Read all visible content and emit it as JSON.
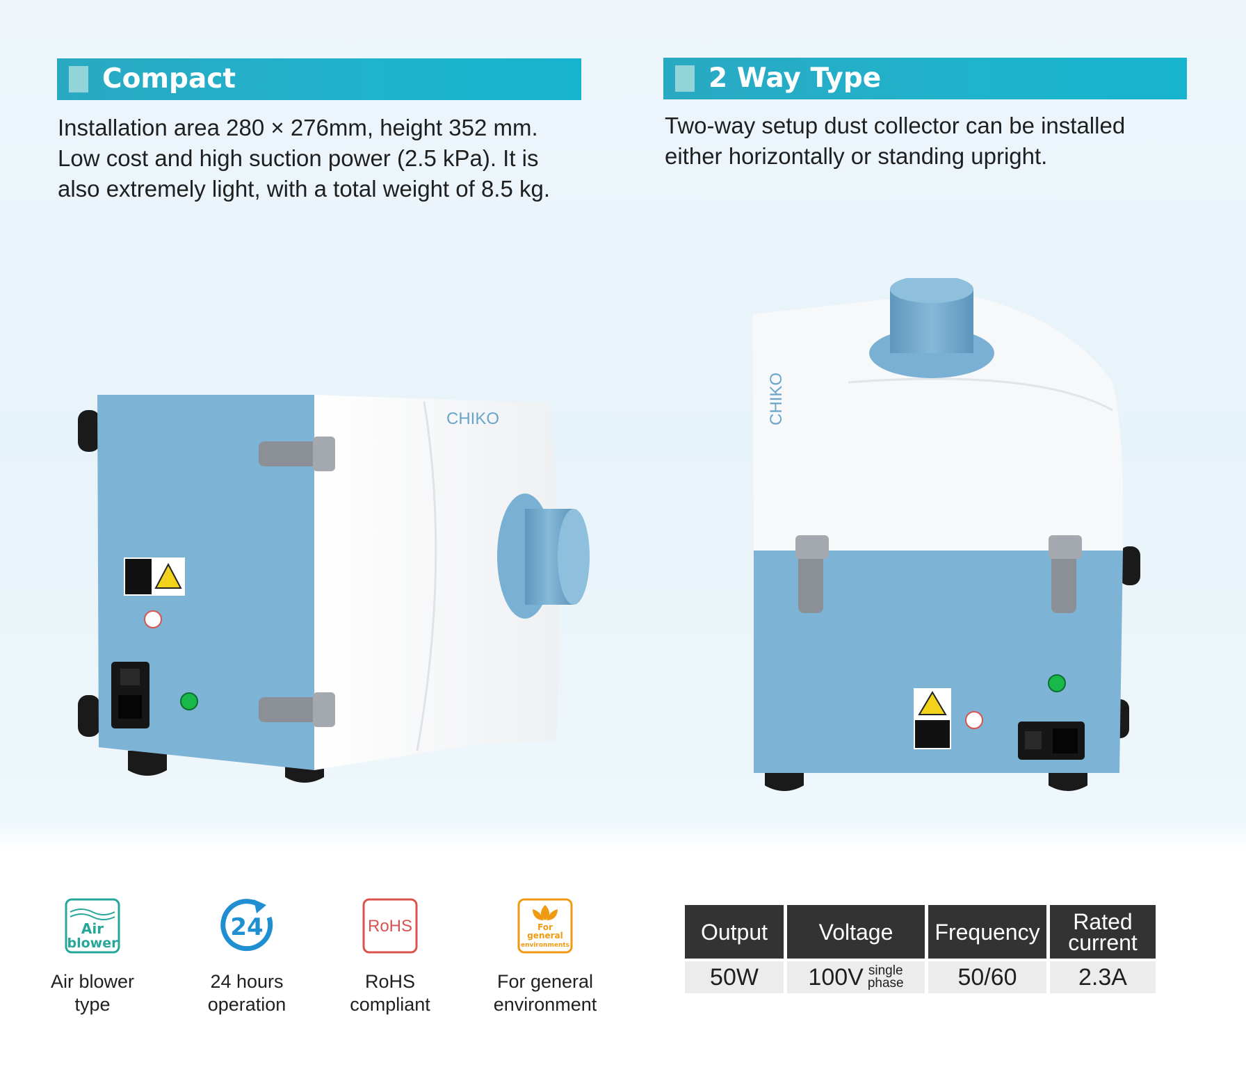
{
  "compact": {
    "title": "Compact",
    "lines": [
      "Installation area 280 × 276mm, height 352 mm.",
      "Low cost and high suction power (2.5 kPa). It is",
      "also extremely light, with a total weight of 8.5 kg."
    ]
  },
  "two_way": {
    "title": "2 Way Type",
    "lines": [
      "Two-way setup dust collector can be installed",
      "either horizontally or standing upright."
    ]
  },
  "product": {
    "brand": "CHIKO",
    "colors": {
      "blue": "#7fb4d6",
      "white": "#f7f8f9",
      "duct": "#6fa6c9",
      "black": "#1a1a1a",
      "green": "#19b84a"
    }
  },
  "features": [
    {
      "icon": "air-blower-icon",
      "icon_text": [
        "Air",
        "blower"
      ],
      "label": [
        "Air blower",
        "type"
      ]
    },
    {
      "icon": "24-hours-icon",
      "icon_text": [
        "24"
      ],
      "label": [
        "24 hours",
        "operation"
      ]
    },
    {
      "icon": "rohs-icon",
      "icon_text": [
        "RoHS"
      ],
      "label": [
        "RoHS",
        "compliant"
      ]
    },
    {
      "icon": "environment-icon",
      "icon_text": [
        "For",
        "general",
        "environments"
      ],
      "label": [
        "For general",
        "environment"
      ]
    }
  ],
  "spec_table": {
    "headers": [
      "Output",
      "Voltage",
      "Frequency",
      "Rated current"
    ],
    "header_lines": [
      [
        "Output"
      ],
      [
        "Voltage"
      ],
      [
        "Frequency"
      ],
      [
        "Rated",
        "current"
      ]
    ],
    "values": [
      "50W",
      "100V",
      "50/60",
      "2.3A"
    ],
    "voltage_note": [
      "single",
      "phase"
    ]
  }
}
